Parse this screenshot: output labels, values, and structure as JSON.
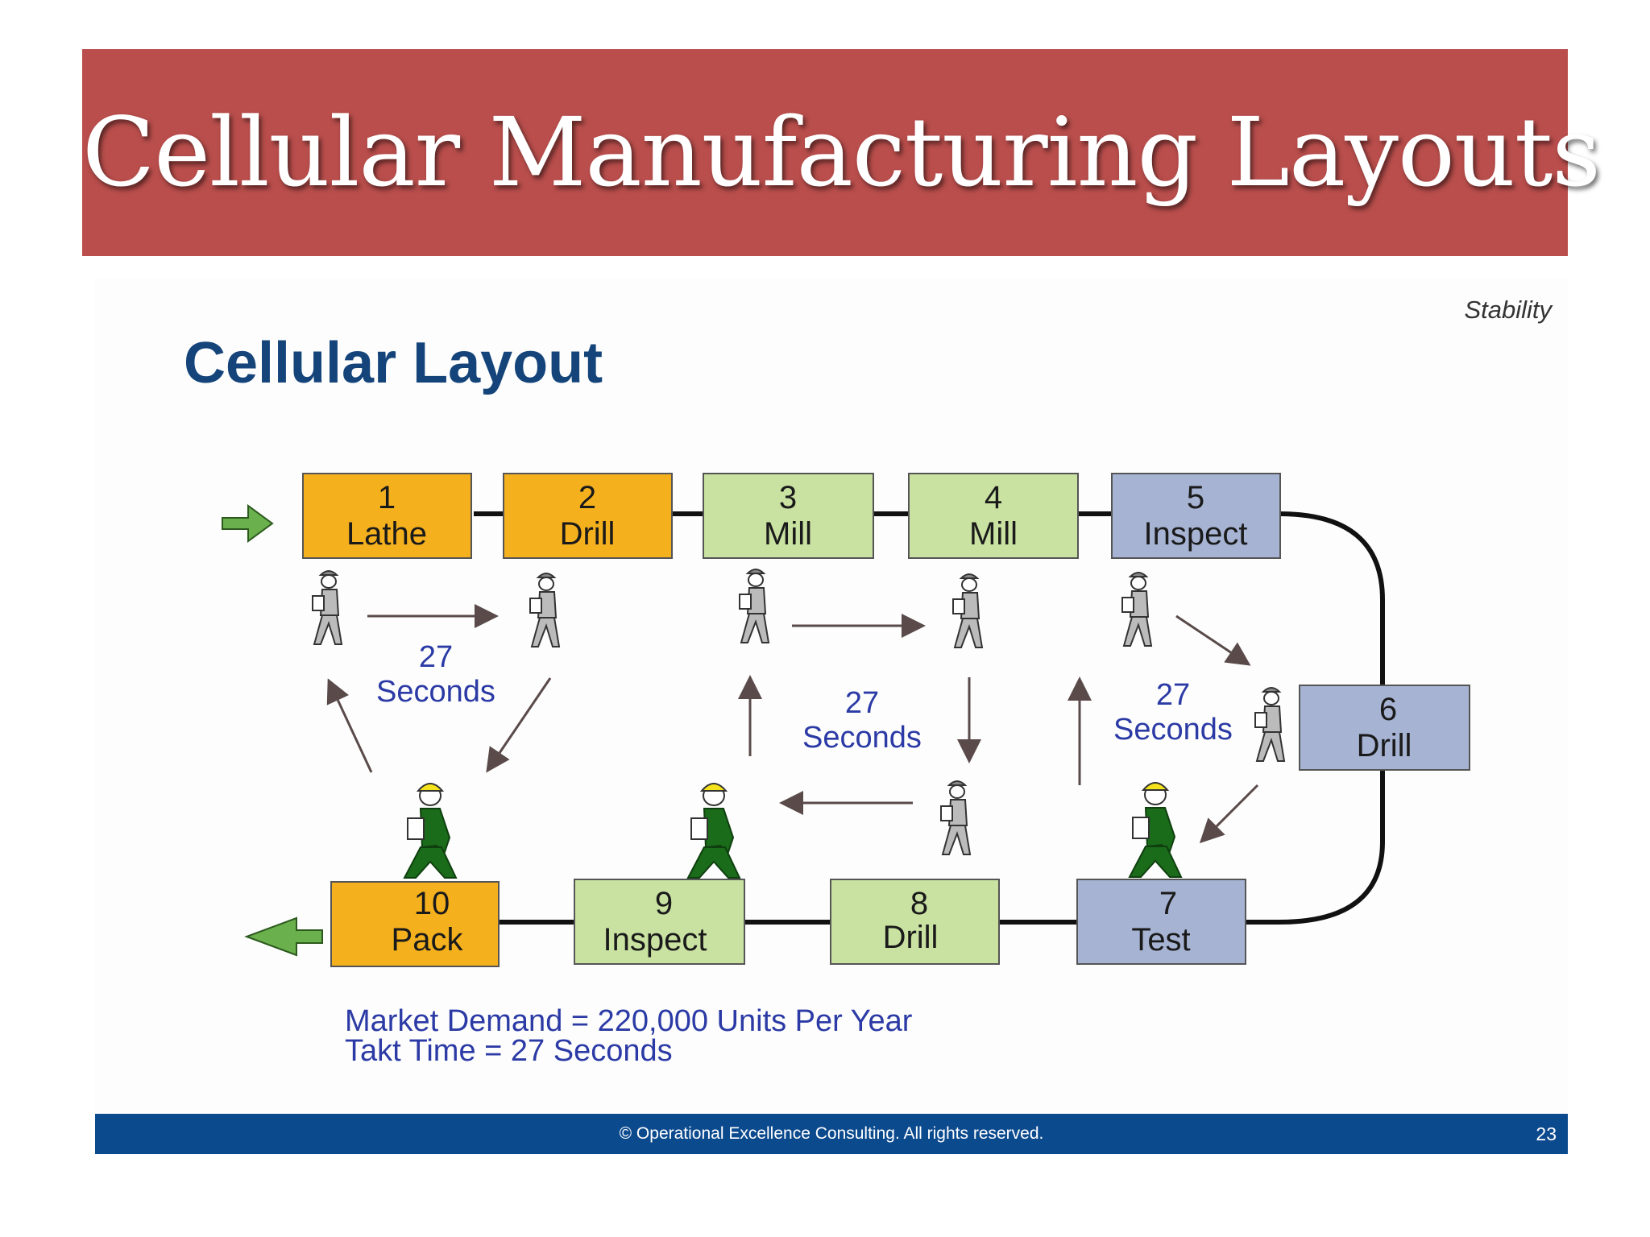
{
  "title": "Cellular Manufacturing Layouts",
  "slide": {
    "stability_label": "Stability",
    "heading": "Cellular Layout",
    "stations": [
      {
        "num": "1",
        "name": "Lathe",
        "color": "#f5b01e"
      },
      {
        "num": "2",
        "name": "Drill",
        "color": "#f5b01e"
      },
      {
        "num": "3",
        "name": "Mill",
        "color": "#c9e2a2"
      },
      {
        "num": "4",
        "name": "Mill",
        "color": "#c9e2a2"
      },
      {
        "num": "5",
        "name": "Inspect",
        "color": "#a6b3d3"
      },
      {
        "num": "6",
        "name": "Drill",
        "color": "#a6b3d3"
      },
      {
        "num": "7",
        "name": "Test",
        "color": "#a6b3d3"
      },
      {
        "num": "8",
        "name": "Drill",
        "color": "#c9e2a2"
      },
      {
        "num": "9",
        "name": "Inspect",
        "color": "#c9e2a2"
      },
      {
        "num": "10",
        "name": "Pack",
        "color": "#f5b01e"
      }
    ],
    "cycle_labels": [
      {
        "value": "27",
        "unit": "Seconds"
      },
      {
        "value": "27",
        "unit": "Seconds"
      },
      {
        "value": "27",
        "unit": "Seconds"
      }
    ],
    "market_demand": "Market Demand = 220,000 Units Per Year",
    "takt_time": "Takt Time = 27 Seconds",
    "footer": "© Operational Excellence Consulting.  All rights reserved.",
    "page_number": "23"
  },
  "colors": {
    "title_bar": "#b94e4c",
    "heading": "#14447a",
    "footer_bar": "#0c4a8e",
    "label_text": "#2b3aa5",
    "flow_arrow": "#6ab04c",
    "worker_green": "#1a6b1a",
    "helmet_yellow": "#f4e21a"
  }
}
